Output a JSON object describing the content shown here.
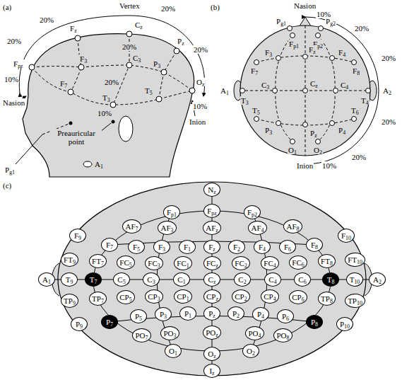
{
  "diagram": {
    "nodes": [
      {
        "text": [
          "Nz"
        ]
      },
      {
        "text": [
          "Fp1"
        ]
      },
      {
        "text": [
          "Fpz"
        ]
      },
      {
        "text": [
          "Fp2"
        ]
      },
      {
        "text": [
          "AF7"
        ]
      },
      {
        "text": [
          "AF3"
        ]
      },
      {
        "text": [
          "AFz"
        ]
      },
      {
        "text": [
          "AF4"
        ]
      },
      {
        "text": [
          "AF8"
        ]
      },
      {
        "text": [
          "F9"
        ]
      },
      {
        "text": [
          "F7"
        ]
      },
      {
        "text": [
          "F5"
        ]
      },
      {
        "text": [
          "F3"
        ]
      },
      {
        "text": [
          "F1"
        ]
      },
      {
        "text": [
          "Fz"
        ]
      },
      {
        "text": [
          "F2"
        ]
      },
      {
        "text": [
          "F4"
        ]
      },
      {
        "text": [
          "F6"
        ]
      },
      {
        "text": [
          "F8"
        ]
      },
      {
        "text": [
          "F10"
        ]
      },
      {
        "text": [
          "FT9"
        ]
      },
      {
        "text": [
          "FT7"
        ]
      },
      {
        "text": [
          "FC5"
        ]
      },
      {
        "text": [
          "FC3"
        ]
      },
      {
        "text": [
          "FC1"
        ]
      },
      {
        "text": [
          "FCz"
        ]
      },
      {
        "text": [
          "FC2"
        ]
      },
      {
        "text": [
          "FC4"
        ]
      },
      {
        "text": [
          "FC6"
        ]
      },
      {
        "text": [
          "FT8"
        ]
      },
      {
        "text": [
          "FT10"
        ]
      },
      {
        "text": [
          "A1"
        ]
      },
      {
        "text": [
          "T9"
        ]
      },
      {
        "text": [
          "T7"
        ]
      },
      {
        "text": [
          "C5"
        ]
      },
      {
        "text": [
          "C3"
        ]
      },
      {
        "text": [
          "C1"
        ]
      },
      {
        "text": [
          "Cz"
        ]
      },
      {
        "text": [
          "C2"
        ]
      },
      {
        "text": [
          "C4"
        ]
      },
      {
        "text": [
          "C6"
        ]
      },
      {
        "text": [
          "T8"
        ]
      },
      {
        "text": [
          "T10"
        ]
      },
      {
        "text": [
          "A2"
        ]
      },
      {
        "text": [
          "TP9"
        ]
      },
      {
        "text": [
          "TP7"
        ]
      },
      {
        "text": [
          "CP5"
        ]
      },
      {
        "text": [
          "CP3"
        ]
      },
      {
        "text": [
          "CP1"
        ]
      },
      {
        "text": [
          "CPz"
        ]
      },
      {
        "text": [
          "CP2"
        ]
      },
      {
        "text": [
          "CP4"
        ]
      },
      {
        "text": [
          "CP6"
        ]
      },
      {
        "text": [
          "TP8"
        ]
      },
      {
        "text": [
          "TP10"
        ]
      },
      {
        "text": [
          "P9"
        ]
      },
      {
        "text": [
          "P7"
        ]
      },
      {
        "text": [
          "P5"
        ]
      },
      {
        "text": [
          "P3"
        ]
      },
      {
        "text": [
          "P1"
        ]
      },
      {
        "text": [
          "Pz"
        ]
      },
      {
        "text": [
          "P2"
        ]
      },
      {
        "text": [
          "P4"
        ]
      },
      {
        "text": [
          "P6"
        ]
      },
      {
        "text": [
          "P8"
        ]
      },
      {
        "text": [
          "P10"
        ]
      },
      {
        "text": [
          "PO7"
        ]
      },
      {
        "text": [
          "PO3"
        ]
      },
      {
        "text": [
          "POz"
        ]
      },
      {
        "text": [
          "PO4"
        ]
      },
      {
        "text": [
          "PO8"
        ]
      },
      {
        "text": [
          "O1"
        ]
      },
      {
        "text": [
          "Oz"
        ]
      },
      {
        "text": [
          "O2"
        ]
      },
      {
        "text": [
          "Iz"
        ]
      }
    ],
    "labels": [
      "(a)",
      "Vertex",
      "20%",
      "Fz",
      "Cz",
      "20%",
      "20%",
      "Fpz",
      "10%",
      "Nasion",
      "F3",
      "C3",
      "20%",
      "F7",
      "20%",
      "T3",
      "10%",
      "P3",
      "T5",
      "Pz",
      "20%",
      "Oz",
      "10%",
      "Inion",
      "Preauricular point",
      "A1",
      "Pg1",
      "(b)",
      "Nasion",
      "10%",
      "Pg1",
      "Pg2",
      "Fp1",
      "Fp2",
      "F7",
      "F3",
      "Fz",
      "F4",
      "F8",
      "20%",
      "20%",
      "A1",
      "T3",
      "C3",
      "Cz",
      "C4",
      "T4",
      "A2",
      "20%",
      "T5",
      "P3",
      "Pz",
      "P4",
      "T6",
      "O1",
      "O2",
      "20%",
      "10%",
      "Inion",
      "(c)"
    ]
  }
}
